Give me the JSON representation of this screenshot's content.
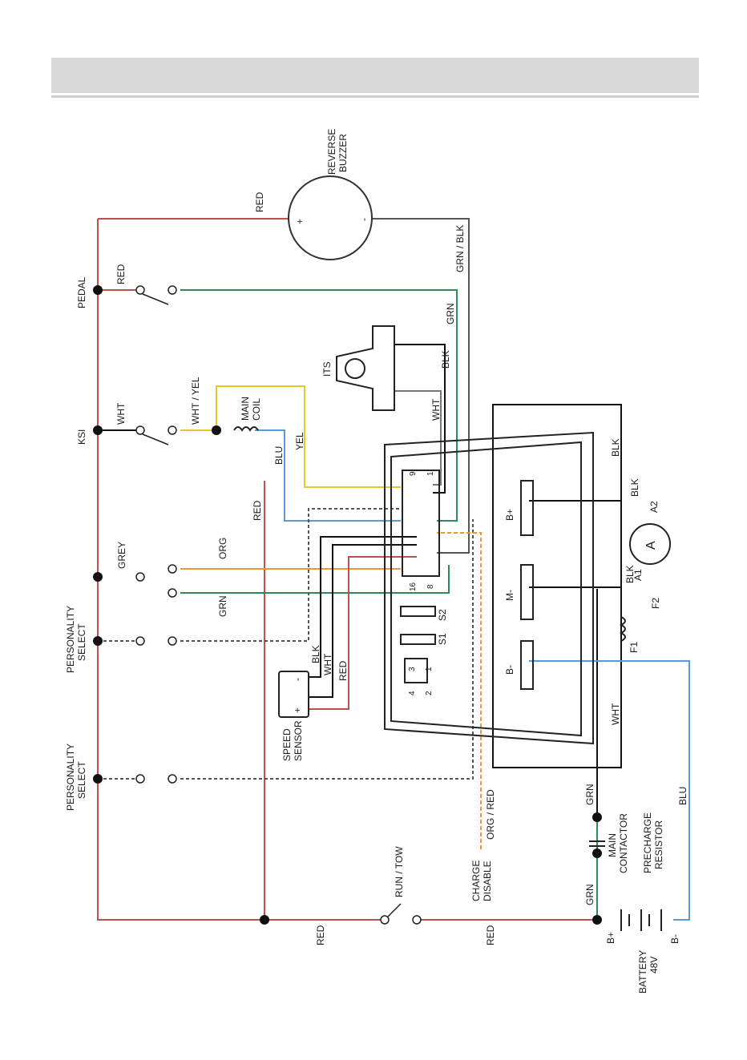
{
  "colors": {
    "red": "#c0504d",
    "grn": "#2e8b57",
    "blu": "#5b9bd5",
    "yel": "#e6c829",
    "org": "#e89a3c",
    "grey": "#555555",
    "blk": "#111111",
    "wht": "#777777"
  },
  "labels": {
    "reverse_buzzer": [
      "REVERSE",
      "BUZZER"
    ],
    "pedal": "PEDAL",
    "ksi": "KSI",
    "grey": "GREY",
    "personality_select": [
      "PERSONALITY",
      "SELECT"
    ],
    "run_tow": "RUN / TOW",
    "charge_disable": [
      "CHARGE",
      "DISABLE"
    ],
    "speed_sensor": [
      "SPEED",
      "SENSOR"
    ],
    "main_coil": [
      "MAIN",
      "COIL"
    ],
    "its": "ITS",
    "main_contactor": [
      "MAIN",
      "CONTACTOR"
    ],
    "precharge_resistor": [
      "PRECHARGE",
      "RESISTOR"
    ],
    "battery": [
      "BATTERY",
      "48V"
    ],
    "b_plus_batt": "B+",
    "b_minus_batt": "B-",
    "b_plus": "B+",
    "m_minus": "M-",
    "b_minus": "B-",
    "a1": "A1",
    "a2": "A2",
    "f1": "F1",
    "f2": "F2",
    "a_meter": "A",
    "s1": "S1",
    "s2": "S2",
    "pin_1": "1",
    "pin_9": "9",
    "pin_8": "8",
    "pin_16": "16",
    "mp_1": "1",
    "mp_2": "2",
    "mp_3": "3",
    "mp_4": "4",
    "plus": "+",
    "minus": "-"
  },
  "wire_labels": {
    "red_top": "RED",
    "red_pedal": "RED",
    "grn_blk": "GRN / BLK",
    "grn_its": "GRN",
    "blk_its": "BLK",
    "wht_its": "WHT",
    "wht_ksi": "WHT",
    "wht_yel": "WHT / YEL",
    "blu_coil": "BLU",
    "yel_coil": "YEL",
    "red_main": "RED",
    "org": "ORG",
    "grn": "GRN",
    "blk_sensor": "BLK",
    "wht_sensor": "WHT",
    "red_sensor": "RED",
    "blk_right": "BLK",
    "blk_a2": "BLK",
    "blk_a1": "BLK",
    "wht_bottom": "WHT",
    "grn_contactor_top": "GRN",
    "grn_contactor_bottom": "GRN",
    "blu_bottom": "BLU",
    "org_red": "ORG / RED",
    "red_bottom_left": "RED",
    "red_bottom_right": "RED"
  }
}
